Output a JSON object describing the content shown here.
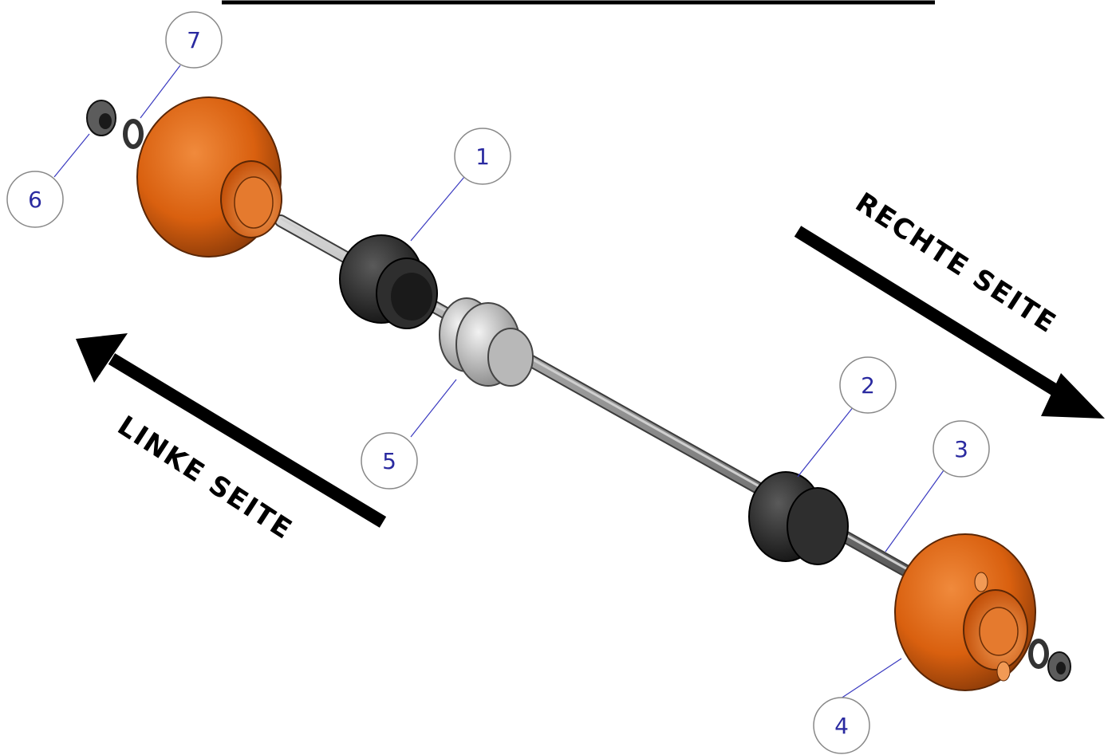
{
  "diagram": {
    "side_labels": {
      "right": "RECHTE SEITE",
      "left": "LINKE SEITE"
    },
    "callouts": [
      {
        "number": "1",
        "part": "spacer-bushing-upper"
      },
      {
        "number": "2",
        "part": "spacer-bushing-lower"
      },
      {
        "number": "3",
        "part": "threaded-rod"
      },
      {
        "number": "4",
        "part": "slider-pad-right"
      },
      {
        "number": "5",
        "part": "center-nut-washer"
      },
      {
        "number": "6",
        "part": "hex-nut"
      },
      {
        "number": "7",
        "part": "washer"
      }
    ],
    "colors": {
      "slider": "#d9600f",
      "slider_dark": "#8a3a08",
      "bushing": "#2a2a2a",
      "rod": "#9a9a9a",
      "callout_text": "#2a2aa0",
      "callout_line": "#3a3ac0",
      "arrow": "#000000"
    }
  }
}
